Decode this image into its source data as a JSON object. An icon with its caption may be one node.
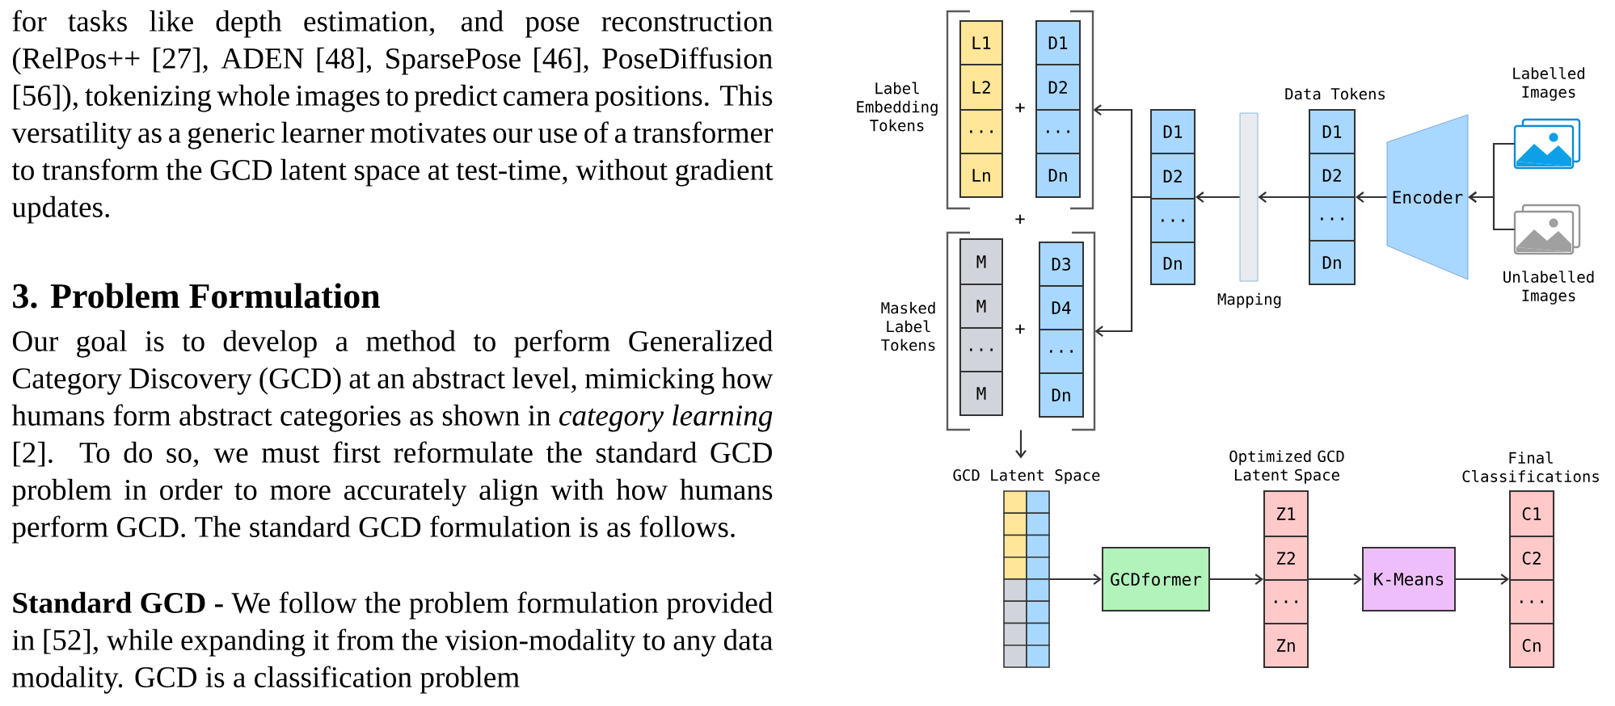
{
  "diagram": {
    "nodes": [
      {
        "text": [
          "Label Embedding Tokens"
        ]
      },
      {
        "text": [
          "L1"
        ],
        "in": 0
      },
      {
        "text": [
          "L2"
        ],
        "in": 0
      },
      {
        "text": [
          "..."
        ],
        "in": 0
      },
      {
        "text": [
          "Ln"
        ],
        "in": 0
      },
      {
        "text": [
          "D1"
        ],
        "in": 0
      },
      {
        "text": [
          "D2"
        ],
        "in": 0
      },
      {
        "text": [
          "..."
        ],
        "in": 0
      },
      {
        "text": [
          "Dn"
        ],
        "in": 0
      },
      {
        "text": [
          "Masked Label Tokens"
        ]
      },
      {
        "text": [
          "M"
        ],
        "in": 9
      },
      {
        "text": [
          "M"
        ],
        "in": 9
      },
      {
        "text": [
          "..."
        ],
        "in": 9
      },
      {
        "text": [
          "M"
        ],
        "in": 9
      },
      {
        "text": [
          "D3"
        ],
        "in": 9
      },
      {
        "text": [
          "D4"
        ],
        "in": 9
      },
      {
        "text": [
          "..."
        ],
        "in": 9
      },
      {
        "text": [
          "Dn"
        ],
        "in": 9
      },
      {
        "text": [],
        "shape": "box"
      },
      {
        "text": [
          "D1"
        ],
        "in": 18
      },
      {
        "text": [
          "D2"
        ],
        "in": 18
      },
      {
        "text": [
          "..."
        ],
        "in": 18
      },
      {
        "text": [
          "Dn"
        ],
        "in": 18
      },
      {
        "text": [
          "Mapping"
        ]
      },
      {
        "text": [
          "Data Tokens"
        ]
      },
      {
        "text": [
          "D1"
        ],
        "in": 24
      },
      {
        "text": [
          "D2"
        ],
        "in": 24
      },
      {
        "text": [
          "..."
        ],
        "in": 24
      },
      {
        "text": [
          "Dn"
        ],
        "in": 24
      },
      {
        "text": [
          "Encoder"
        ]
      },
      {
        "text": [
          "Labelled Images"
        ]
      },
      {
        "text": [
          "Unlabelled Images"
        ]
      },
      {
        "text": [
          "GCD Latent Space"
        ]
      },
      {
        "text": [
          "GCDformer"
        ]
      },
      {
        "text": [
          "Optimized GCD Latent Space"
        ]
      },
      {
        "text": [
          "Z1"
        ],
        "in": 34
      },
      {
        "text": [
          "Z2"
        ],
        "in": 34
      },
      {
        "text": [
          "..."
        ],
        "in": 34
      },
      {
        "text": [
          "Zn"
        ],
        "in": 34
      },
      {
        "text": [
          "K-Means"
        ]
      },
      {
        "text": [
          "Final Classifications"
        ]
      },
      {
        "text": [
          "C1"
        ],
        "in": 40
      },
      {
        "text": [
          "C2"
        ],
        "in": 40
      },
      {
        "text": [
          "..."
        ],
        "in": 40
      },
      {
        "text": [
          "Cn"
        ],
        "in": 40
      }
    ],
    "edges": [
      {
        "from": 30,
        "to": 29,
        "arrow": "to"
      },
      {
        "from": 31,
        "to": 29,
        "arrow": "to"
      },
      {
        "from": 29,
        "to": 24,
        "arrow": "to"
      },
      {
        "from": 24,
        "to": 23,
        "arrow": "to"
      },
      {
        "from": 23,
        "to": 18,
        "arrow": "to"
      },
      {
        "from": 18,
        "to": 0,
        "arrow": "to"
      },
      {
        "from": 18,
        "to": 9,
        "arrow": "to"
      },
      {
        "from": 9,
        "to": 32,
        "arrow": "to"
      },
      {
        "from": 32,
        "to": 33,
        "arrow": "to"
      },
      {
        "from": 33,
        "to": 34,
        "arrow": "to"
      },
      {
        "from": 34,
        "to": 39,
        "arrow": "to"
      },
      {
        "from": 39,
        "to": 40,
        "arrow": "to"
      }
    ],
    "labels": [
      "for tasks like depth estimation, and pose reconstruction (RelPos++ [27], ADEN [48], SparsePose [46], PoseDiffusion [56]), tokenizing whole images to predict camera positions. This versatility as a generic learner motivates our use of a transformer to transform the GCD latent space at test-time, without gradient updates.",
      "3. Problem Formulation",
      "Our goal is to develop a method to perform Generalized Category Discovery (GCD) at an abstract level, mimicking how humans form abstract categories as shown in *category learning* [2]. To do so, we must first reformulate the standard GCD problem in order to more accurately align with how humans perform GCD. The standard GCD formulation is as follows.",
      "**Standard GCD -** We follow the problem formulation provided in [52], while expanding it from the vision-modality to any data modality. GCD is a classification problem",
      "+",
      "+",
      "+"
    ]
  }
}
